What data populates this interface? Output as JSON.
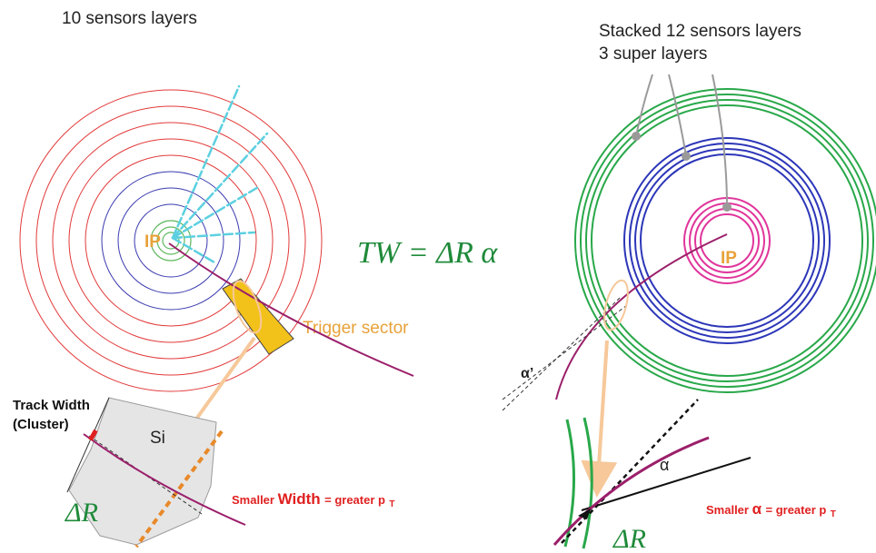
{
  "left_panel": {
    "title": "10 sensors layers",
    "ip_label": "IP",
    "trigger_label": "Trigger sector",
    "track_width_line1": "Track Width",
    "track_width_line2": "(Cluster)",
    "si_label": "Si",
    "delta_r": "ΔR",
    "caption_part1": "Smaller ",
    "caption_part2": "Width",
    "caption_part3": " = greater p",
    "caption_sub": "T"
  },
  "formula": "TW = ΔR α",
  "right_panel": {
    "title_line1": "Stacked 12 sensors layers",
    "title_line2": "3 super layers",
    "ip_label": "IP",
    "alpha_prime": "α’",
    "alpha": "α",
    "delta_r": "ΔR",
    "caption_part1": "Smaller ",
    "caption_part2": "α",
    "caption_part3": " = greater p",
    "caption_sub": "T"
  },
  "colors": {
    "outer_layers": "#e23a3a",
    "inner_layers": "#3b3bb0",
    "core_layers": "#5fb85f",
    "rays": "#5cd0e0",
    "track": "#9b1f6a",
    "trigger_sector": "#f2c21a",
    "arrow": "#f6c89a",
    "ring_green": "#29a84a",
    "ring_blue": "#2c36b8",
    "ring_pink": "#e0359b",
    "formula": "#1f8a3a",
    "caption_red": "#e02020",
    "ip_orange": "#e8a23a",
    "dashed_orange": "#e8892a"
  }
}
